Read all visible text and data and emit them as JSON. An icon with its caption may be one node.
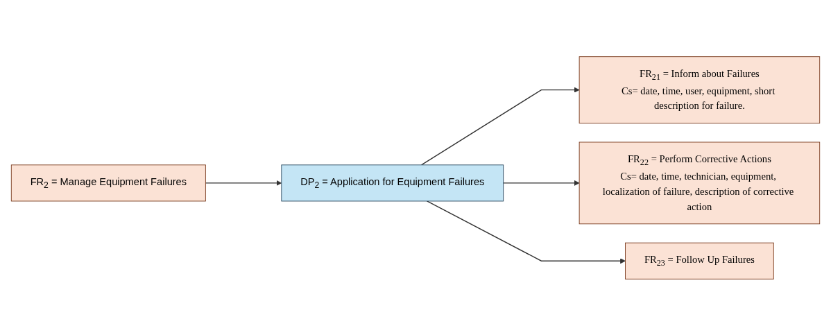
{
  "diagram": {
    "nodes": [
      {
        "text": [
          "FR$_{2}$ = Manage Equipment Failures"
        ]
      },
      {
        "text": [
          "DP$_{2}$ = Application for Equipment Failures"
        ]
      },
      {
        "text": [
          "FR$_{21}$ = Inform about Failures",
          "Cs= date, time, user, equipment, short description for failure."
        ]
      },
      {
        "text": [
          "FR$_{22}$ = Perform Corrective Actions",
          "Cs= date, time, technician, equipment, localization of failure, description of corrective action"
        ]
      },
      {
        "text": [
          "FR$_{23}$ = Follow Up Failures"
        ]
      }
    ],
    "edges": [
      {
        "from": 0,
        "to": 1,
        "arrow": "to"
      },
      {
        "from": 1,
        "to": 2,
        "arrow": "to"
      },
      {
        "from": 1,
        "to": 3,
        "arrow": "to"
      },
      {
        "from": 1,
        "to": 4,
        "arrow": "to"
      }
    ]
  }
}
